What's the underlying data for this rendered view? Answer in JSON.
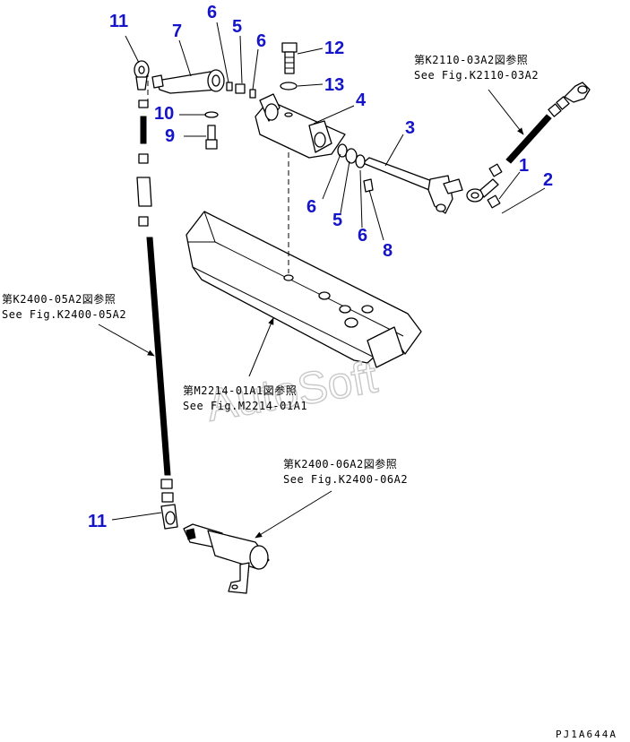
{
  "callouts": {
    "n1": "1",
    "n2": "2",
    "n3": "3",
    "n4": "4",
    "n5a": "5",
    "n5b": "5",
    "n6a": "6",
    "n6b": "6",
    "n6c": "6",
    "n6d": "6",
    "n7": "7",
    "n8": "8",
    "n9": "9",
    "n10": "10",
    "n11a": "11",
    "n11b": "11",
    "n12": "12",
    "n13": "13"
  },
  "references": {
    "k2110_jp": "第K2110-03A2図参照",
    "k2110_en": "See Fig.K2110-03A2",
    "k2400_05_jp": "第K2400-05A2図参照",
    "k2400_05_en": "See Fig.K2400-05A2",
    "m2214_jp": "第M2214-01A1図参照",
    "m2214_en": "See Fig.M2214-01A1",
    "k2400_06_jp": "第K2400-06A2図参照",
    "k2400_06_en": "See Fig.K2400-06A2"
  },
  "watermark": "AutoSoft",
  "drawing_code": "PJ1A644A",
  "colors": {
    "callout": "#1414c8",
    "line": "#000000",
    "watermark": "#c8c8c8"
  }
}
